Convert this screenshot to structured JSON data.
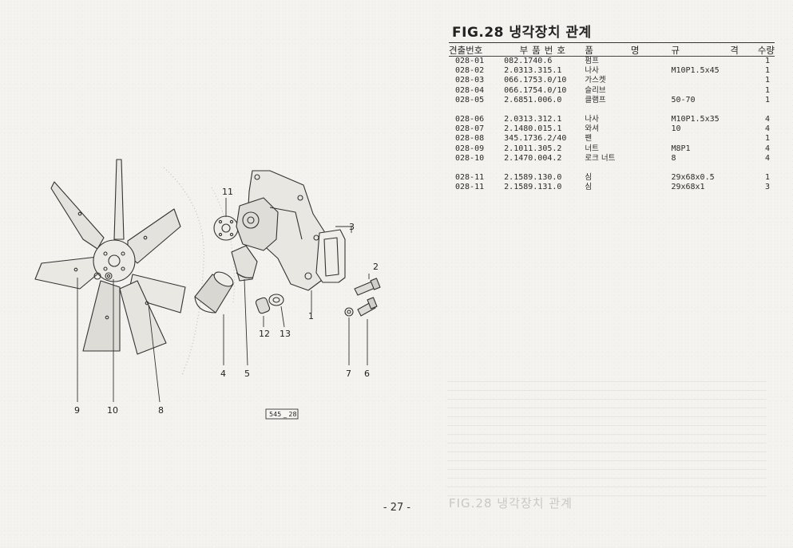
{
  "figure": {
    "title": "FIG.28 냉각장치 관계",
    "columns": {
      "ref": "견출번호",
      "part_no": "부품번호",
      "name": "품",
      "name_right": "명",
      "spec": "규",
      "spec_right": "격",
      "qty": "수량"
    },
    "groups": [
      [
        {
          "ref": "028-01",
          "part_no": "082.1740.6",
          "name": "펌프",
          "spec": "",
          "qty": "1"
        },
        {
          "ref": "028-02",
          "part_no": "2.0313.315.1",
          "name": "나사",
          "spec": "M10P1.5x45",
          "qty": "1"
        },
        {
          "ref": "028-03",
          "part_no": "066.1753.0/10",
          "name": "가스켓",
          "spec": "",
          "qty": "1"
        },
        {
          "ref": "028-04",
          "part_no": "066.1754.0/10",
          "name": "슬리브",
          "spec": "",
          "qty": "1"
        },
        {
          "ref": "028-05",
          "part_no": "2.6851.006.0",
          "name": "클램프",
          "spec": "50-70",
          "qty": "1"
        }
      ],
      [
        {
          "ref": "028-06",
          "part_no": "2.0313.312.1",
          "name": "나사",
          "spec": "M10P1.5x35",
          "qty": "4"
        },
        {
          "ref": "028-07",
          "part_no": "2.1480.015.1",
          "name": "와셔",
          "spec": "10",
          "qty": "4"
        },
        {
          "ref": "028-08",
          "part_no": "345.1736.2/40",
          "name": "팬",
          "spec": "",
          "qty": "1"
        },
        {
          "ref": "028-09",
          "part_no": "2.1011.305.2",
          "name": "너트",
          "spec": "M8P1",
          "qty": "4"
        },
        {
          "ref": "028-10",
          "part_no": "2.1470.004.2",
          "name": "로크 너트",
          "spec": "8",
          "qty": "4"
        }
      ],
      [
        {
          "ref": "028-11",
          "part_no": "2.1589.130.0",
          "name": "심",
          "spec": "29x68x0.5",
          "qty": "1"
        },
        {
          "ref": "028-11",
          "part_no": "2.1589.131.0",
          "name": "심",
          "spec": "29x68x1",
          "qty": "3"
        }
      ]
    ]
  },
  "diagram": {
    "callouts": [
      "11",
      "3",
      "2",
      "1",
      "12",
      "13",
      "4",
      "5",
      "7",
      "6",
      "9",
      "10",
      "8"
    ],
    "drawing_code": "545 _ 28"
  },
  "bleed_through_text": "FIG.28 냉각장치 관계",
  "page_number": "- 27 -"
}
